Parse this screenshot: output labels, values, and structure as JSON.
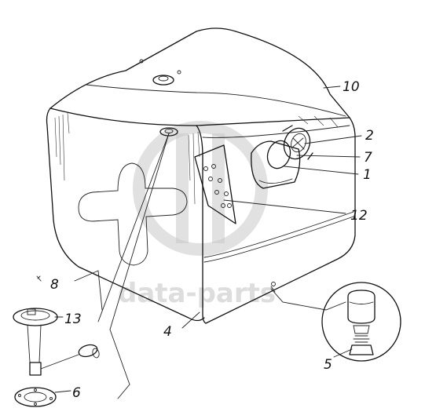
{
  "watermark": {
    "text": "data-parts"
  },
  "callouts": [
    {
      "id": "c1",
      "label": "1"
    },
    {
      "id": "c2",
      "label": "2"
    },
    {
      "id": "c4",
      "label": "4"
    },
    {
      "id": "c5",
      "label": "5"
    },
    {
      "id": "c6",
      "label": "6"
    },
    {
      "id": "c7",
      "label": "7"
    },
    {
      "id": "c8",
      "label": "8"
    },
    {
      "id": "c10",
      "label": "10"
    },
    {
      "id": "c12",
      "label": "12"
    },
    {
      "id": "c13",
      "label": "13"
    }
  ]
}
